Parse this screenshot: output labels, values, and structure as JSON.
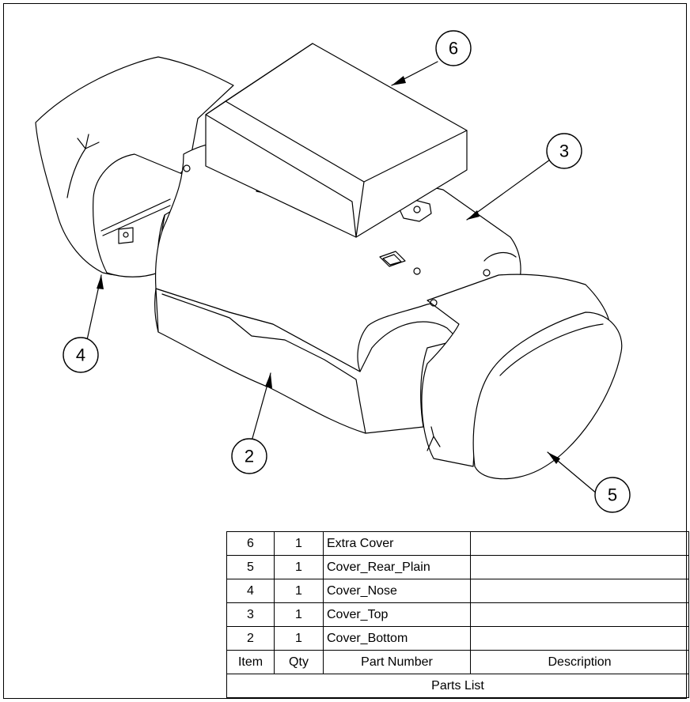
{
  "balloons": [
    {
      "label": "6"
    },
    {
      "label": "3"
    },
    {
      "label": "4"
    },
    {
      "label": "2"
    },
    {
      "label": "5"
    }
  ],
  "parts_list": {
    "rows": [
      {
        "item": "6",
        "qty": "1",
        "part_number": "Extra Cover",
        "description": ""
      },
      {
        "item": "5",
        "qty": "1",
        "part_number": "Cover_Rear_Plain",
        "description": ""
      },
      {
        "item": "4",
        "qty": "1",
        "part_number": "Cover_Nose",
        "description": ""
      },
      {
        "item": "3",
        "qty": "1",
        "part_number": "Cover_Top",
        "description": ""
      },
      {
        "item": "2",
        "qty": "1",
        "part_number": "Cover_Bottom",
        "description": ""
      }
    ],
    "headers": {
      "item": "Item",
      "qty": "Qty",
      "part_number": "Part Number",
      "description": "Description"
    },
    "title": "Parts List"
  }
}
